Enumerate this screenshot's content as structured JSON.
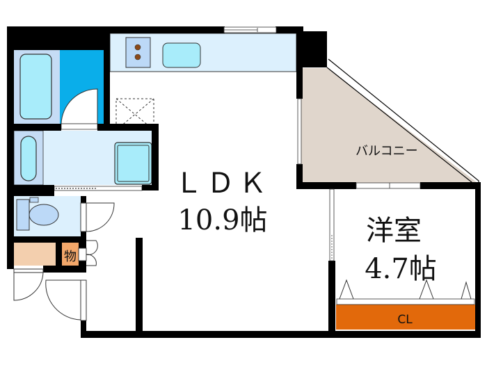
{
  "floor_plan": {
    "rooms": {
      "ldk": {
        "name": "ＬＤＫ",
        "size": "10.9帖"
      },
      "western": {
        "name": "洋室",
        "size": "4.7帖"
      },
      "balcony": {
        "name": "バルコニー"
      },
      "closet": {
        "name": "CL"
      },
      "storage": {
        "name": "物"
      }
    },
    "colors": {
      "wall": "#000000",
      "bath_floor": "#c5dcf5",
      "fixture": "#a8ecfa",
      "wash_blue": "#0aaeea",
      "washroom": "#dcf0fd",
      "kitchen": "#dcf0fd",
      "balcony": "#e0d6cc",
      "closet": "#e2690b",
      "storage": "#f3a76a",
      "shoebox": "#f3cfae",
      "stove_plate": "#bcd9f7",
      "burner": "#8a4a1a"
    }
  }
}
